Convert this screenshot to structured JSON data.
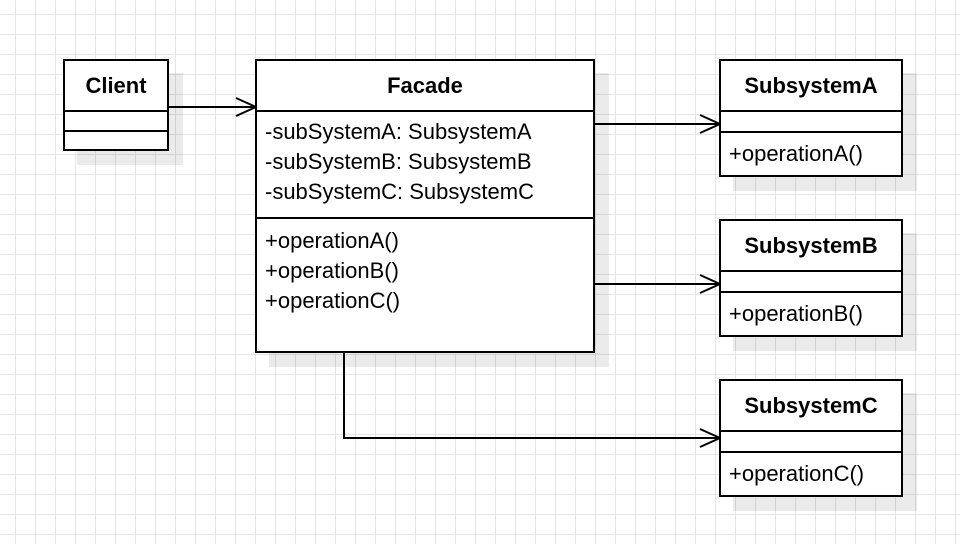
{
  "diagram": {
    "client": {
      "name": "Client",
      "attributes": [],
      "operations": []
    },
    "facade": {
      "name": "Facade",
      "attributes": [
        "-subSystemA: SubsystemA",
        "-subSystemB: SubsystemB",
        "-subSystemC: SubsystemC"
      ],
      "operations": [
        "+operationA()",
        "+operationB()",
        "+operationC()"
      ]
    },
    "subsystem_a": {
      "name": "SubsystemA",
      "attributes": [],
      "operations": [
        "+operationA()"
      ]
    },
    "subsystem_b": {
      "name": "SubsystemB",
      "attributes": [],
      "operations": [
        "+operationB()"
      ]
    },
    "subsystem_c": {
      "name": "SubsystemC",
      "attributes": [],
      "operations": [
        "+operationC()"
      ]
    },
    "associations": [
      {
        "from": "Client",
        "to": "Facade",
        "arrow": "open"
      },
      {
        "from": "Facade",
        "to": "SubsystemA",
        "arrow": "open"
      },
      {
        "from": "Facade",
        "to": "SubsystemB",
        "arrow": "open"
      },
      {
        "from": "Facade",
        "to": "SubsystemC",
        "arrow": "open"
      }
    ]
  }
}
